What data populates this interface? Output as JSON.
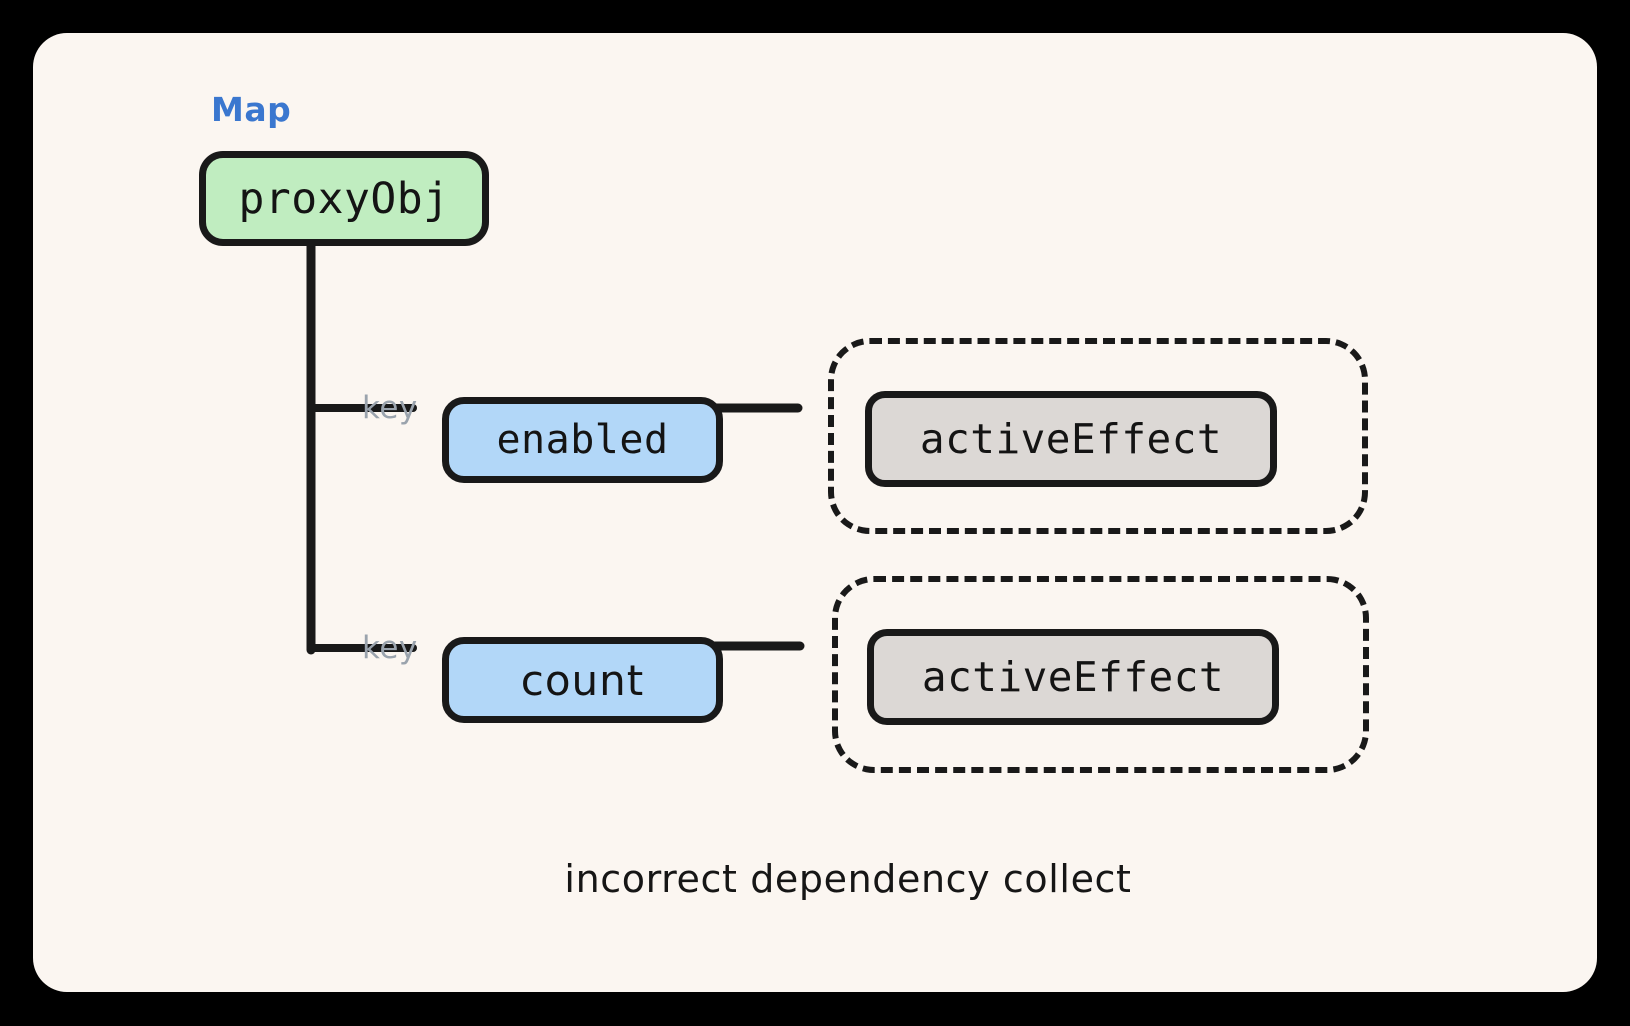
{
  "diagram": {
    "title_label": "Map",
    "caption": "incorrect dependency collect",
    "background_color": "#fbf6f1",
    "page_color": "#000000"
  },
  "nodes": {
    "root": {
      "label": "proxyObj",
      "kind": "map-root",
      "fill": "#c0edc0",
      "stroke": "#191919"
    },
    "keys": [
      {
        "label": "enabled",
        "edge_label": "key",
        "fill": "#b2d7f8",
        "stroke": "#191919"
      },
      {
        "label": "count",
        "edge_label": "key",
        "fill": "#b2d7f8",
        "stroke": "#191919"
      }
    ],
    "effects": [
      {
        "label": "activeEffect",
        "fill": "#dcd8d5",
        "stroke": "#191919",
        "container": "dashed"
      },
      {
        "label": "activeEffect",
        "fill": "#dcd8d5",
        "stroke": "#191919",
        "container": "dashed"
      }
    ]
  },
  "colors": {
    "map_label": "#3a77cf",
    "edge_label": "#9aa3ad",
    "line": "#191919"
  }
}
